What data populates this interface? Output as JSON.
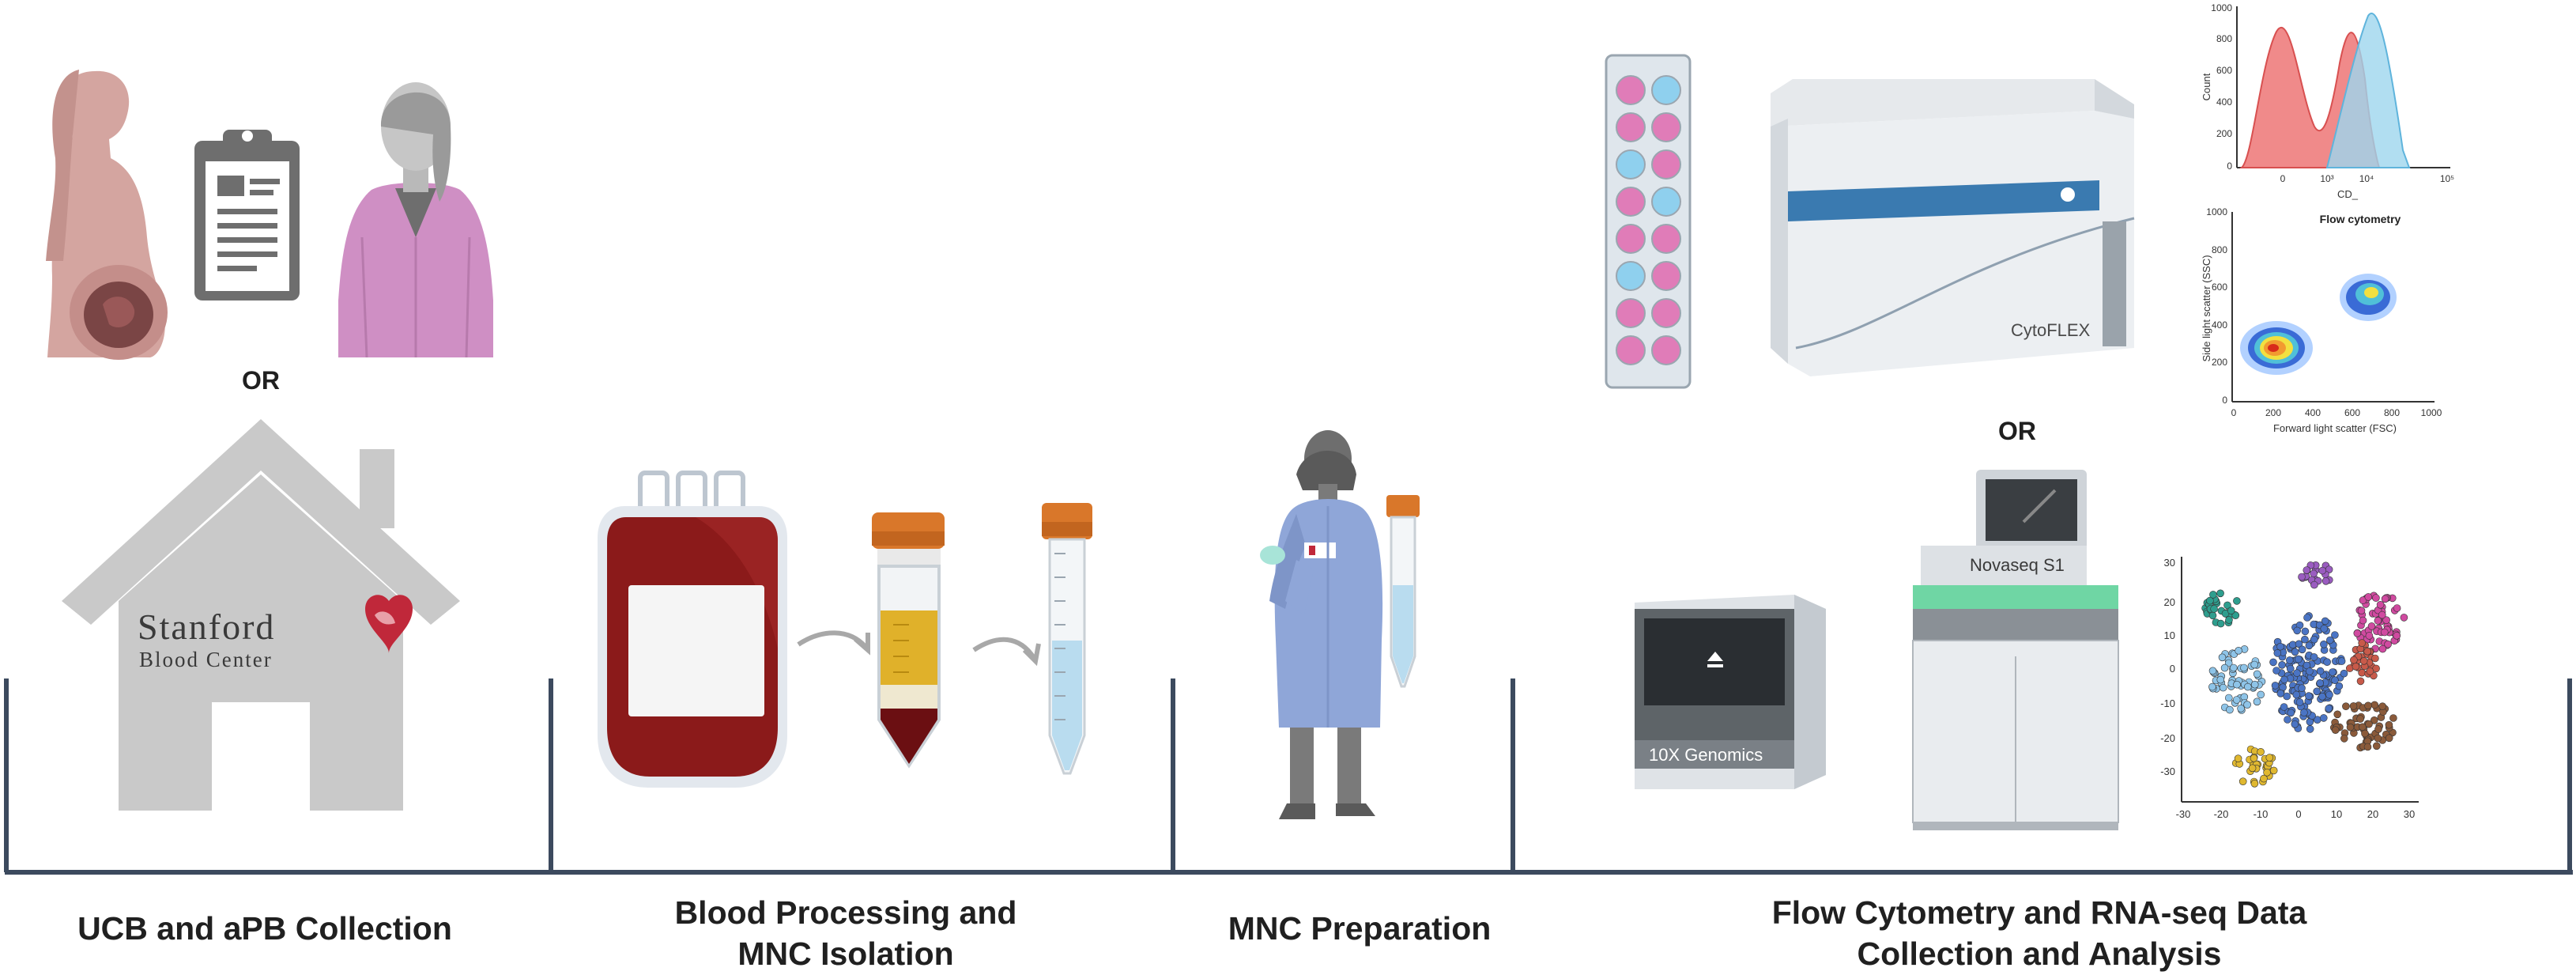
{
  "stages": [
    {
      "line1": "UCB and aPB Collection",
      "line2": ""
    },
    {
      "line1": "Blood Processing and",
      "line2": "MNC Isolation"
    },
    {
      "line1": "MNC Preparation",
      "line2": ""
    },
    {
      "line1": "Flow Cytometry and RNA-seq Data",
      "line2": "Collection and Analysis"
    }
  ],
  "or_labels": [
    "OR",
    "OR"
  ],
  "logo": {
    "line1": "Stanford",
    "line2": "Blood Center"
  },
  "instruments": {
    "cytoflex": "CytoFLEX",
    "genomics": "10X Genomics",
    "novaseq": "Novaseq S1"
  },
  "histogram": {
    "ylabel": "Count",
    "xlabel": "CD_",
    "yticks": [
      "1000",
      "800",
      "600",
      "400",
      "200",
      "0"
    ],
    "xticks": [
      "0",
      "10³",
      "10⁴",
      "10⁵"
    ]
  },
  "scatter": {
    "title": "Flow cytometry",
    "ylabel": "Side light scatter (SSC)",
    "xlabel": "Forward light scatter (FSC)",
    "yticks": [
      "1000",
      "800",
      "600",
      "400",
      "200",
      "0"
    ],
    "xticks": [
      "0",
      "200",
      "400",
      "600",
      "800",
      "1000"
    ]
  },
  "tsne": {
    "yticks": [
      "30",
      "20",
      "10",
      "0",
      "-10",
      "-20",
      "-30"
    ],
    "xticks": [
      "-30",
      "-20",
      "-10",
      "0",
      "10",
      "20",
      "30"
    ]
  },
  "colors": {
    "timeline": "#3c4a5e",
    "hist_red": "#f08a8a",
    "hist_blue": "#9ed6ee",
    "blood": "#8b1a1a",
    "lab_coat": "#8fa6d8",
    "house": "#c9c9c9"
  }
}
